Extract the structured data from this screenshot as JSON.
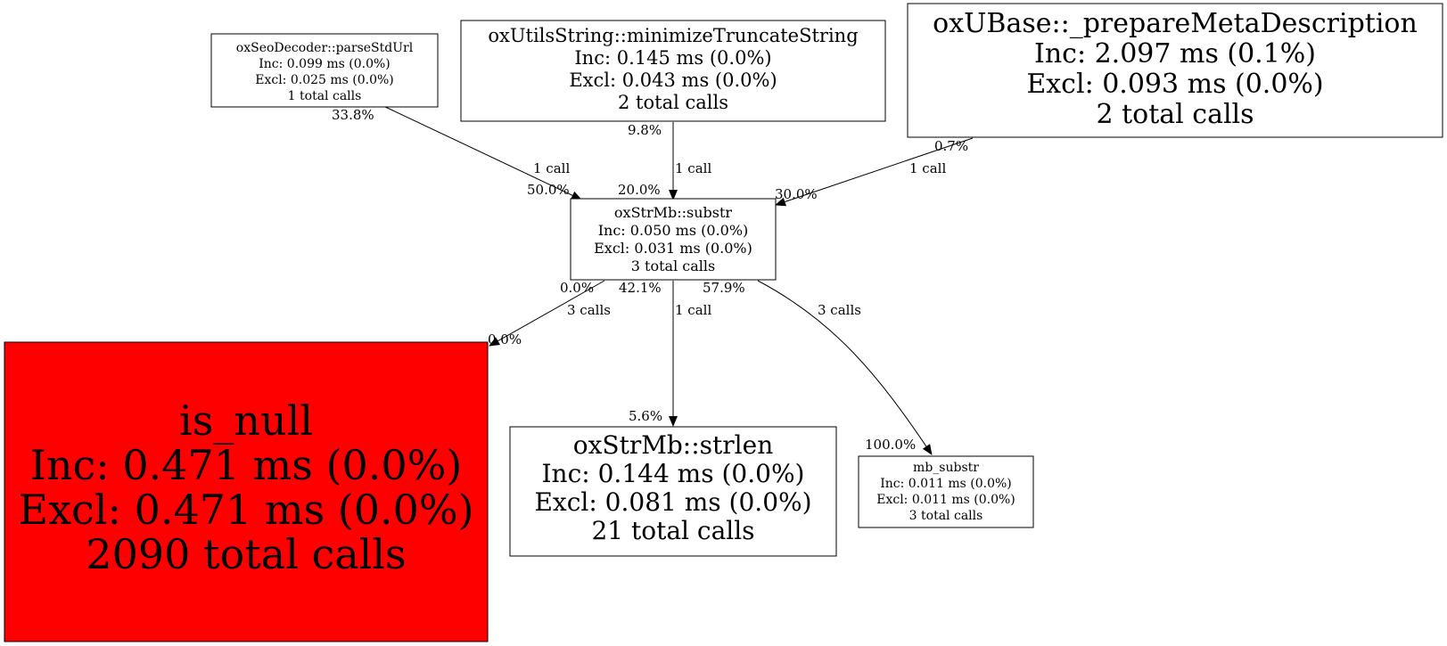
{
  "graph": {
    "nodes": {
      "parse_std_url": {
        "name": "oxSeoDecoder::parseStdUrl",
        "inc": "Inc: 0.099 ms (0.0%)",
        "excl": "Excl: 0.025 ms (0.0%)",
        "calls": "1 total calls",
        "fill": "#ffffff"
      },
      "minimize_truncate": {
        "name": "oxUtilsString::minimizeTruncateString",
        "inc": "Inc: 0.145 ms (0.0%)",
        "excl": "Excl: 0.043 ms (0.0%)",
        "calls": "2 total calls",
        "fill": "#ffffff"
      },
      "prepare_meta": {
        "name": "oxUBase::_prepareMetaDescription",
        "inc": "Inc: 2.097 ms (0.1%)",
        "excl": "Excl: 0.093 ms (0.0%)",
        "calls": "2 total calls",
        "fill": "#ffffff"
      },
      "substr": {
        "name": "oxStrMb::substr",
        "inc": "Inc: 0.050 ms (0.0%)",
        "excl": "Excl: 0.031 ms (0.0%)",
        "calls": "3 total calls",
        "fill": "#ffffff"
      },
      "is_null": {
        "name": "is_null",
        "inc": "Inc: 0.471 ms (0.0%)",
        "excl": "Excl: 0.471 ms (0.0%)",
        "calls": "2090 total calls",
        "fill": "#ff0000"
      },
      "strlen": {
        "name": "oxStrMb::strlen",
        "inc": "Inc: 0.144 ms (0.0%)",
        "excl": "Excl: 0.081 ms (0.0%)",
        "calls": "21 total calls",
        "fill": "#ffffff"
      },
      "mb_substr": {
        "name": "mb_substr",
        "inc": "Inc: 0.011 ms (0.0%)",
        "excl": "Excl: 0.011 ms (0.0%)",
        "calls": "3 total calls",
        "fill": "#ffffff"
      }
    },
    "edges": {
      "parse_to_substr": {
        "from": "parse_std_url",
        "to": "substr",
        "tail_pct": "33.8%",
        "calls": "1 call",
        "head_pct": "50.0%"
      },
      "minimize_to_substr": {
        "from": "minimize_truncate",
        "to": "substr",
        "tail_pct": "9.8%",
        "calls": "1 call",
        "head_pct": "20.0%"
      },
      "prepare_to_substr": {
        "from": "prepare_meta",
        "to": "substr",
        "tail_pct": "0.7%",
        "calls": "1 call",
        "head_pct": "30.0%"
      },
      "substr_to_is_null": {
        "from": "substr",
        "to": "is_null",
        "tail_pct": "0.0%",
        "calls": "3 calls",
        "head_pct": "0.0%"
      },
      "substr_to_strlen": {
        "from": "substr",
        "to": "strlen",
        "tail_pct": "42.1%",
        "calls": "1 call",
        "head_pct": "5.6%"
      },
      "substr_to_mb_substr": {
        "from": "substr",
        "to": "mb_substr",
        "tail_pct": "57.9%",
        "calls": "3 calls",
        "head_pct": "100.0%"
      }
    }
  }
}
